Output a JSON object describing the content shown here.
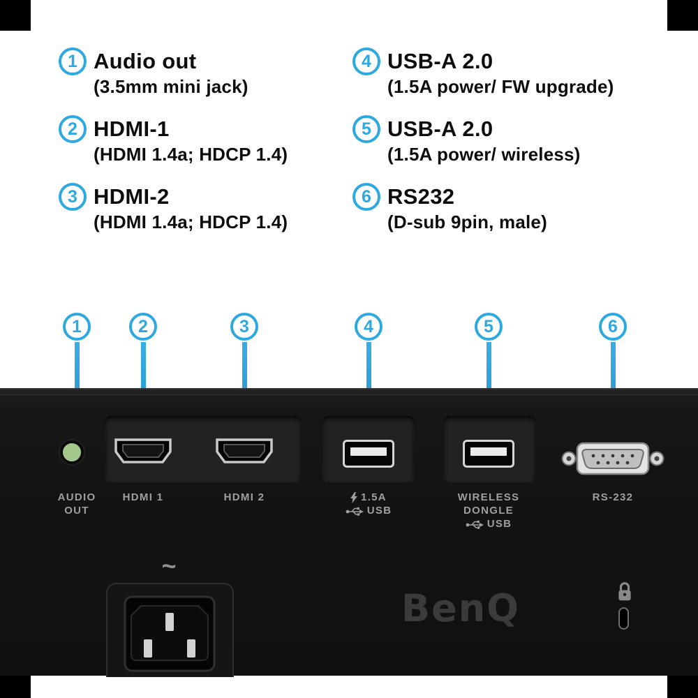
{
  "colors": {
    "accent_blue": "#2ba9e0",
    "panel_black": "#131313",
    "label_gray": "#9f9f9f",
    "logo_gray": "#3b3b3b",
    "audio_jack_green": "#a3c78d"
  },
  "legend": {
    "items": [
      {
        "num": "1",
        "title": "Audio out",
        "subtitle": "(3.5mm mini jack)"
      },
      {
        "num": "2",
        "title": "HDMI-1",
        "subtitle": "(HDMI 1.4a; HDCP 1.4)"
      },
      {
        "num": "3",
        "title": "HDMI-2",
        "subtitle": "(HDMI 1.4a; HDCP 1.4)"
      },
      {
        "num": "4",
        "title": "USB-A 2.0",
        "subtitle": "(1.5A power/ FW upgrade)"
      },
      {
        "num": "5",
        "title": "USB-A 2.0",
        "subtitle": "(1.5A power/ wireless)"
      },
      {
        "num": "6",
        "title": "RS232",
        "subtitle": "(D-sub 9pin, male)"
      }
    ]
  },
  "callouts": {
    "numbers": [
      "1",
      "2",
      "3",
      "4",
      "5",
      "6"
    ]
  },
  "panel": {
    "audio_label_1": "AUDIO",
    "audio_label_2": "OUT",
    "hdmi1_label": "HDMI 1",
    "hdmi2_label": "HDMI 2",
    "usb1_line1": "1.5A",
    "usb1_line2": "USB",
    "usb2_line1": "WIRELESS",
    "usb2_line2": "DONGLE",
    "usb2_line3": "USB",
    "rs232_label": "RS-232",
    "power_symbol": "~",
    "brand_logo": "BenQ"
  }
}
